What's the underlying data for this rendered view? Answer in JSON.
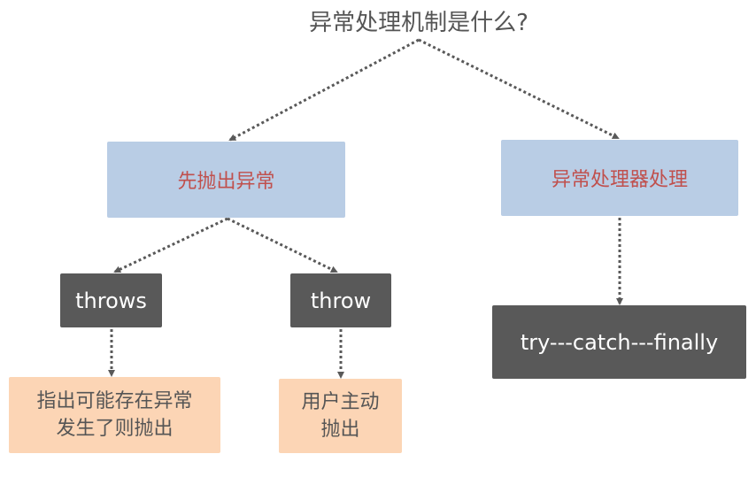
{
  "title": "异常处理机制是什么?",
  "nodes": {
    "throw_first": "先抛出异常",
    "handler": "异常处理器处理",
    "throws": "throws",
    "throw": "throw",
    "try_catch": "try---catch---finally",
    "throws_desc_line1": "指出可能存在异常",
    "throws_desc_line2": "发生了则抛出",
    "throw_desc_line1": "用户主动",
    "throw_desc_line2": "抛出"
  },
  "colors": {
    "blue_box": "#b9cde5",
    "red_text": "#c0504d",
    "dark_box": "#595959",
    "peach_box": "#fcd5b5",
    "arrow": "#595959"
  }
}
